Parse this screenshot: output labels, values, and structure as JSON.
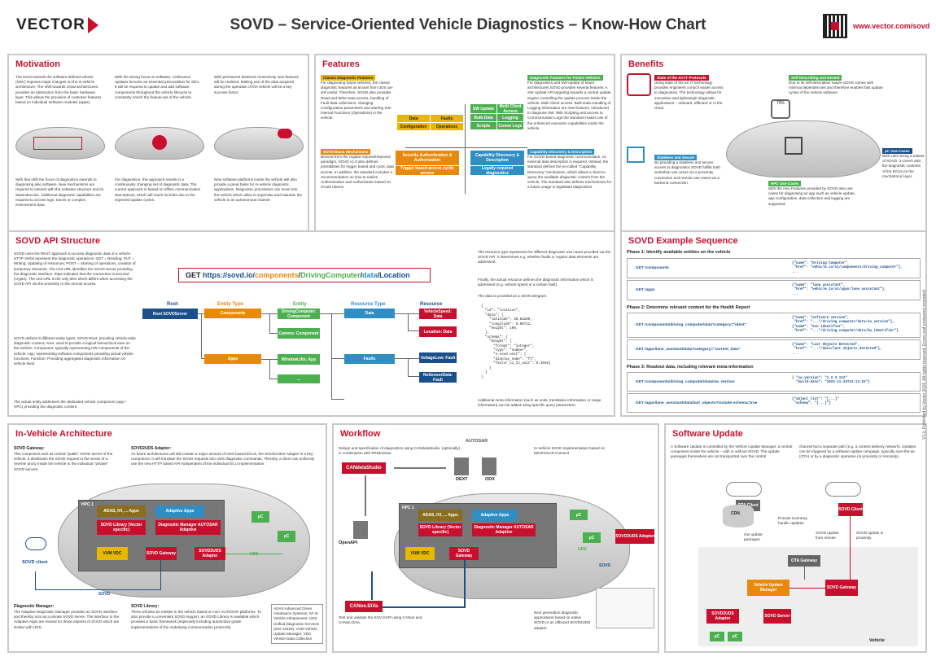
{
  "header": {
    "logo": "VECTOR",
    "title": "SOVD – Service-Oriented Vehicle Diagnostics – Know-How Chart",
    "url": "www.vector.com/sovd"
  },
  "motivation": {
    "title": "Motivation",
    "col1_top": "The trend towards the software-defined vehicle (SDV) imposes major changes on the in-vehicle architecture. The shift towards zonal architectures provides an abstraction from the basic hardware layer. This allows the provision of customer features based on individual software modules (apps).",
    "col2_top": "With the strong focus on software, continuous updates become an essential precondition for SDV. It will be required to update and add software components throughout the vehicle lifecycle to constantly enrich the feature-set of the vehicle.",
    "col3_top": "With permanent backend connectivity new features will be realized. Making use of the data acquired during the operation of the vehicle will be a key success factor.",
    "col1_bot": "With that shift the focus of diagnostics extends to diagnosing also software. New mechanisms are required to interact with the software structure and its dependencies. Additional diagnostic capabilities are required to access logs, traces or complex environment data.",
    "col2_bot": "For diagnostics, this approach results in a continuously changing set of diagnostic data. The current approach is based on offline communication descriptions, which will reach its limits due to the expected update cycles.",
    "col3_bot": "New software platforms inside the vehicle will also provide a great basis for in-vehicle diagnostic applications. Diagnostic procedures can move into the vehicle which allow to supervise and maintain the vehicle in an autonomous manner."
  },
  "features": {
    "title": "Features",
    "classic_label": "Classic Diagnostic Features",
    "classic_text": "For diagnosing future vehicles, the classic diagnostic features as known from UDS are still useful. Therefore, SOVD also provides Read and Write Data access, handling of Fault data collections, changing Configuration parameters and starting SW-internal Functions (Operations) in the vehicle.",
    "future_label": "Diagnostic Features for Future Vehicles",
    "future_text": "For diagnostics and SW-update of future architectures SOVD provides several features: A SW Update API targeting towards a central update engine controlling the update process inside the vehicle. Multi Client access. Bulk-Data Handling of Logging information are new features, introduced to diagnose SW. With Scripting and access to Communication Logs the standard makes use of the enhanced execution capabilities inside the vehicle.",
    "basic_label": "SOVD Basic Mechanisms",
    "basic_text": "Beyond from the regular request/response paradigm, SOVD v1.0 also defines possibilities for trigger based and cyclic data access. In addition, the standard includes a recommendation on how to realize Authentication and Authorization based on OAuth tokens.",
    "cap_label": "Capability Discovery & Description",
    "cap_text": "For SOVD-based diagnostic communication, no external data description is required. Instead, the standard defines the so-called \"Capability Discovery\" mechanism, which allows a client to query the available diagnostic content from the vehicle. The standard also defines mechanisms for a future usage in legislated diagnostics.",
    "q_data": "Data",
    "q_faults": "Faults",
    "q_config": "Configuration",
    "q_ops": "Operations",
    "q_swupdate": "SW Update",
    "q_multiclient": "Multi Client Access",
    "q_bulk": "Bulk-Data",
    "q_logging": "Logging",
    "q_scripts": "Scripts",
    "q_commlogs": "Comm Logs",
    "q_security": "Security Authentication & Authorization",
    "q_trigger": "Trigger based access cyclic access",
    "q_capdisc": "Capability Discovery & Description",
    "q_legal": "Legally required diagnostics"
  },
  "benefits": {
    "title": "Benefits",
    "state_label": "State of the Art IT Protocols",
    "state_text": "Using state of the art IT technology provides engineers a much easier access to diagnostics. The technology allows for innovative and lightweight diagnostic applications – onboard, offboard or in the cloud.",
    "self_label": "Self Describing and Nested",
    "self_text": "Due to its self-descriptive nature SOVD comes with minimal dependencies and therefore enables fast update cycles of the vehicle software.",
    "stateless_label": "Stateless and Secure",
    "stateless_text": "By providing a stateless and secure access to diagnostics SOVD fulfills both workshop use cases via a proximity connection and remote use-cases via a backend connection.",
    "uds_label": "µC Use-Cases",
    "uds_text": "With UDS being a subset of SOVD, it covers also the diagnostic contents of the ECUs on the mechatronic layer.",
    "hpc_label": "HPC Use-Cases",
    "hpc_text": "With the new Features provided by SOVD also use cases for diagnosing an app such as vehicle-update, app configuration, data collection and logging are supported.",
    "pct": "70%"
  },
  "api": {
    "title": "SOVD API Structure",
    "intro": "SOVD uses the REST approach to access diagnostic data of a vehicle. HTTP Verbs represent the diagnostic operations: GET = Reading; PUT = Writing: Updating of resources; POST = Starting of operations, creation of temporary elements. The root URL identifies the SOVD server providing the diagnostic interface. https indicates that the connection is secured (crypto). The root URL is the only item which differs when accessing the SOVD API via the proximity or the remote access.",
    "entities": "SOVD defines 5 different entity types: SOVD-Root: providing vehicle-wide diagnostic content; Area: used to provide a logical hierarchical view on the vehicle; Component: typically representing HW components of the vehicle; App: representing software components providing actual vehicle functions; Function: Providing aggregated diagnostic information on vehicle level.",
    "entity_note": "The actual entity addresses the dedicated vehicle component (app / HPC) providing the diagnostic content.",
    "url_get": "GET",
    "url_base": "https://sovd.io/",
    "url_comp": "components",
    "url_ent": "DrivingComputer",
    "url_data": "data",
    "url_res": "Location",
    "h_root": "Root",
    "h_etype": "Entity Type",
    "h_entity": "Entity",
    "h_rtype": "Resource Type",
    "h_res": "Resource",
    "root_box": "Root SOVDServer",
    "components": "Components",
    "apps": "Apps",
    "drive": "DrivingComputer: Component",
    "camera": "Camera: Component",
    "wlift": "WindowLifts: App",
    "dots": "...",
    "data": "Data",
    "faults": "Faults",
    "speed": "VehicleSpeed: Data",
    "location": "Location: Data",
    "voltage": "VoltageLow: Fault",
    "nosensor": "NoSensorData: Fault",
    "right_text1": "The resource type represents the different diagnostic use cases provided via the SOVD API. It determines e.g. whether faults or regular data elements are addressed.",
    "right_text2": "Finally, the actual resource defines the diagnostic information which is addressed (e.g. vehicle speed or a certain fault).",
    "right_text3": "The data is provided as a JSON telegram.",
    "json": "{\n  \"id\": \"location\",\n  \"data\": {\n    \"latitude\": 48.83289,\n    \"longitude\": 9.08712,\n    \"height\": 100,\n  },\n  \"schema\": {\n    \"height\": {\n      \"format\": \"integer\",\n      \"type\": \"number\",\n      \"x-sovd-unit\": {\n      \"display_name\": \"ft\",\n      \"factor_si_to_unit\": 0.3048}\n    }\n  }\n}",
    "right_text4": "Additional meta information (such as units, translation information or range information) can be added using specific query parameters."
  },
  "example": {
    "title": "SOVD Example Sequence",
    "p1": "Phase 1: Identify available entities on the vehicle",
    "r1a": "GET /components",
    "r1a_json": "{\"name\": \"Driving Computer\",\n \"href\": \"vehicle.io/v1/components/driving_computer\"},\n...",
    "r1b": "GET /apps",
    "r1b_json": "{\"name\": \"lane_assistant\",\n \"href\": \"vehicle.io/v1/apps/lane_assistant\"},\n...",
    "p2": "Phase 2: Determine relevant content for the Health Report",
    "r2a": "GET /components/driving_computer/data?category=\"ident\"",
    "r2a_json": "{\"name\": \"software version\",\n \"href\": \"...\"/driving_computer/data/sw_version\"},\n{\"name\": \"ecu identifier\",\n \"href\": \"...\"/driving_computer/data/hw_identifier\"}",
    "r2b": "GET /apps/lane_assistant/data?category=\"current_data\"",
    "r2b_json": "{\"name\": \"Last Objects Detected\",\n \"href\": \"...\"/data/last_objects_detected\"},\n...",
    "p3": "Phase 3: Readout data, including relevant meta-information",
    "r3a": "GET /components/driving_computer/data/sw_version",
    "r3a_json": "{ \"sw_version\": \"1.2.3.112\"\n  \"build-date\": \"2023-11-24T12:13:25\"}",
    "r3b": "GET /apps/lane_assistant/data/last_objects?include-schema=true",
    "r3b_json": "{\"object_list\": \"[...]\"\n \"schema\": \"{...}\"}"
  },
  "invehicle": {
    "title": "In-Vehicle Architecture",
    "gw_label": "SOVD Gateway:",
    "gw_text": "This component acts as central \"public\" SOVD server of the vehicle. It distributes the SOVD request in the sense of a reverse proxy inside the vehicle to the individual \"private\" SOVD servers.",
    "a_label": "SOVD2UDS Adapter:",
    "a_text": "As future architectures will still contain a major amount of UDS based ECUs, the SOVD2UDS Adapter is a key component. It will translate the SOVD requests into UDS diagnostic commands. Thereby, a client can uniformly use the new HTTP based API independent of the individual ECU implementation.",
    "dm_label": "Diagnostic Manager:",
    "dm_text": "The Adaptive Diagnostic Manager provides an SOVD interface and thereby acts as a private SOVD server. The interface to the Adaptive Apps are reused for those aspects of SOVD which are similar with UDS.",
    "lib_label": "SOVD Library:",
    "lib_text": "There will also be entities in the vehicle based on non-AUTOSAR platforms. To also provide a convenient SOVD support, an SOVD Library is available which provides a basic framework (especially including automotive grade implementations of the underlying communication protocols).",
    "hpc": "HPC 1",
    "adas": "ADAS, IVI, ... Apps",
    "adaptive": "Adaptive Apps",
    "lib": "SOVD Library (Vector specific)",
    "dm": "Diagnostic Manager AUTOSAR Adaptive",
    "vum": "VUM VDC",
    "gw": "SOVD Gateway",
    "adapter": "SOVD2UDS Adapter",
    "uc": "µC",
    "uds": "UDS",
    "client": "SOVD client",
    "sovd": "SOVD",
    "abbr": "ADAS Advanced Driver Assistance Systems; IVI In-Vehicle Infotainment; UDS Unified Diagnostic Services (ISO 14229); VUM Vehicle Update Manager; VDC Vehicle Data Collection"
  },
  "workflow": {
    "title": "Workflow",
    "t1": "Design and specification of diagnostics using CANdelaStudio, (optionally) in combination with PREEvision.",
    "t2": "In-Vehicle SOVD implementation based on MICROSAR.Connect",
    "cds": "CANdelaStudio",
    "autosar": "AUTOSAR",
    "dext": "DEXT",
    "odx": "ODX",
    "openapi": "OpenAPI",
    "hpc": "HPC 1",
    "adas": "ADAS, IVI, ... Apps",
    "adaptive": "Adaptive Apps",
    "lib": "SOVD Library (Vector specific)",
    "dm": "Diagnostic Manager AUTOSAR Adaptive",
    "vum": "VUM VDC",
    "gw": "SOVD Gateway",
    "adapter": "SOVD2UDS Adapter",
    "uc": "µC",
    "uds": "UDS",
    "sovd": "SOVD",
    "canoe": "CANoe.DiVa",
    "t3": "Test and validate the SOV DAPI using CANoe and CANoe.DiVa.",
    "t4": "Next generation diagnostic applications based on native SOVD or an offboard SOVD2UDS adapter."
  },
  "swupdate": {
    "title": "Software Update",
    "text1": "A Software Update is controlled by the Vehicle Update Manager, a central component inside the vehicle – with or without SOVD. The update packages themselves are not transported over the control",
    "text2": "channel but a separate path (e.g. a content delivery network). Updates can be triggered by a software update campaign, typically over-the-air (OTA) or by a diagnostic operation (in proximity or remotely).",
    "ota_client": "OTA Client",
    "cdn": "CDN",
    "sovd_client": "SOVD Client",
    "ota_gw": "OTA Gateway",
    "vum": "Vehicle Update Manager",
    "sovd_gw": "SOVD Gateway",
    "adapter": "SOVD2UDS Adapter",
    "server": "SOVD Server",
    "uc": "µC",
    "vehicle": "Vehicle",
    "get_upd": "Get update packages",
    "prov": "Provide inventory, handle updates",
    "remote": "SOVD update from remote",
    "prox": "SOVD update in proximity"
  },
  "side": "V1.0, Published by Vector 2024. All rights reserved. Errors and omissions excepted."
}
